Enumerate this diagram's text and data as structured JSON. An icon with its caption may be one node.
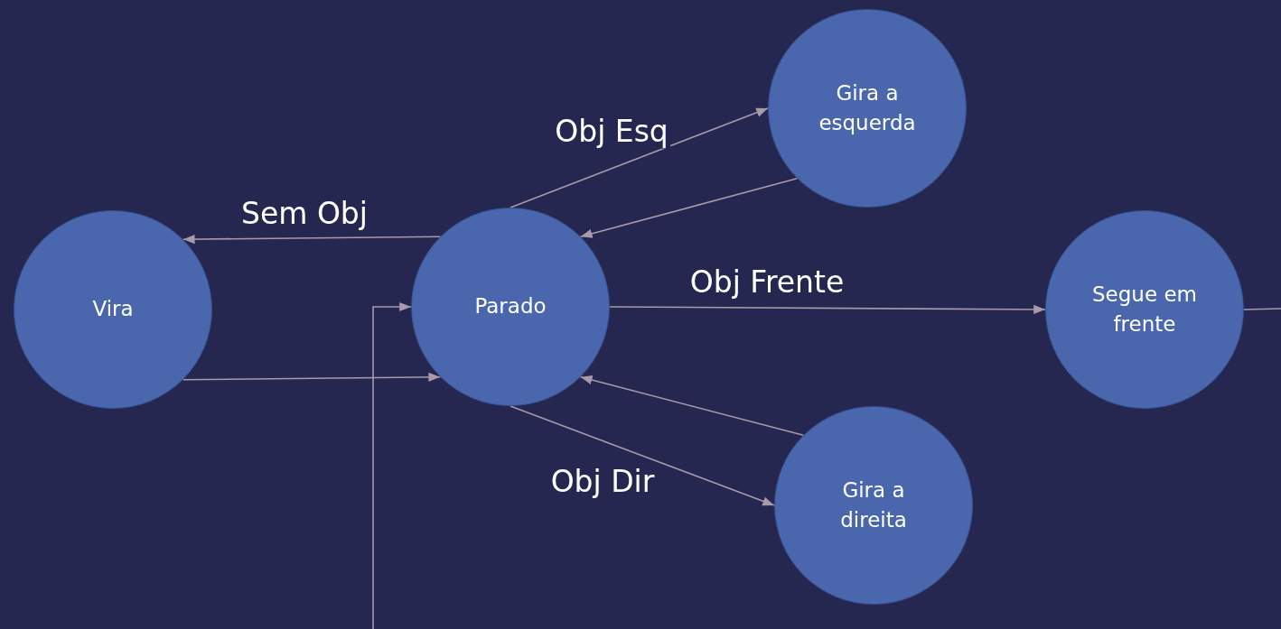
{
  "diagram": {
    "nodes": [
      {
        "text": [
          "Vira"
        ]
      },
      {
        "text": [
          "Parado"
        ]
      },
      {
        "text": [
          "Gira a esquerda"
        ]
      },
      {
        "text": [
          "Segue em frente"
        ]
      },
      {
        "text": [
          "Gira a direita"
        ]
      }
    ],
    "edges": [
      {
        "from": 1,
        "to": 0,
        "arrow": "to",
        "label": "Sem Obj"
      },
      {
        "from": 0,
        "to": 1,
        "arrow": "to"
      },
      {
        "from": 1,
        "to": 2,
        "arrow": "to",
        "label": "Obj Esq"
      },
      {
        "from": 2,
        "to": 1,
        "arrow": "to"
      },
      {
        "from": 1,
        "to": 3,
        "arrow": "to",
        "label": "Obj Frente"
      },
      {
        "from": 4,
        "to": 1,
        "arrow": "to"
      },
      {
        "from": 1,
        "to": 4,
        "arrow": "to",
        "label": "Obj Dir"
      },
      {
        "from": 3,
        "to": null,
        "arrow": "none"
      },
      {
        "from": null,
        "to": 1,
        "arrow": "to"
      }
    ]
  }
}
